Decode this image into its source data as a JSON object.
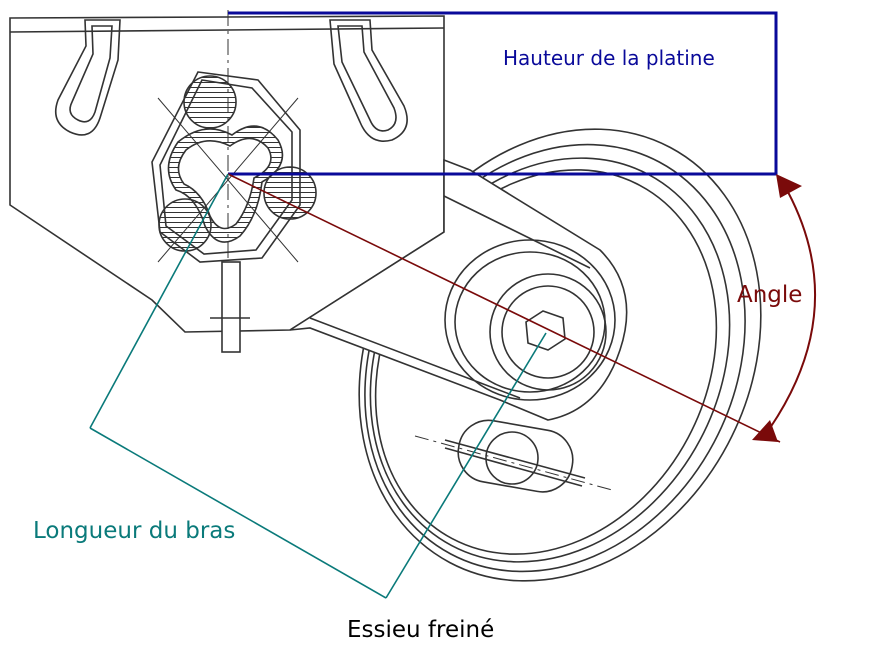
{
  "labels": {
    "platine_height": "Hauteur de la platine",
    "angle": "Angle",
    "arm_length": "Longueur du bras",
    "braked_axle": "Essieu freiné"
  },
  "colors": {
    "platine_height": "#0a0a9a",
    "angle": "#7a0a0a",
    "arm_length": "#0a7a7a",
    "braked_axle": "#000000",
    "drawing": "#333333"
  }
}
